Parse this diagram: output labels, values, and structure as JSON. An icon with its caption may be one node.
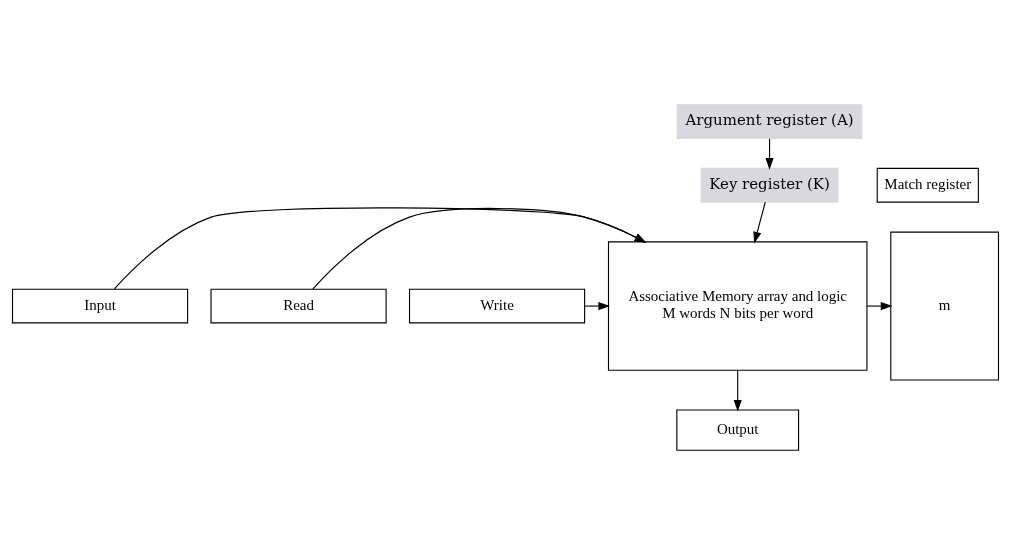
{
  "diagram": {
    "nodes": [
      {
        "text": [
          "Argument register (A)"
        ]
      },
      {
        "text": [
          "Key register (K)"
        ]
      },
      {
        "text": [
          "Match register"
        ]
      },
      {
        "text": [
          "Input"
        ]
      },
      {
        "text": [
          "Read"
        ]
      },
      {
        "text": [
          "Write"
        ]
      },
      {
        "text": [
          "Associative Memory array and logic",
          "M words N bits per word"
        ]
      },
      {
        "text": [
          "m"
        ]
      },
      {
        "text": [
          "Output"
        ]
      }
    ],
    "edges": [
      {
        "from": 0,
        "to": 1,
        "arrow": "to"
      },
      {
        "from": 1,
        "to": 6,
        "arrow": "to"
      },
      {
        "from": 3,
        "to": 6,
        "arrow": "to"
      },
      {
        "from": 4,
        "to": 6,
        "arrow": "to"
      },
      {
        "from": 5,
        "to": 6,
        "arrow": "to"
      },
      {
        "from": 6,
        "to": 7,
        "arrow": "to"
      },
      {
        "from": 6,
        "to": 8,
        "arrow": "to"
      }
    ]
  }
}
